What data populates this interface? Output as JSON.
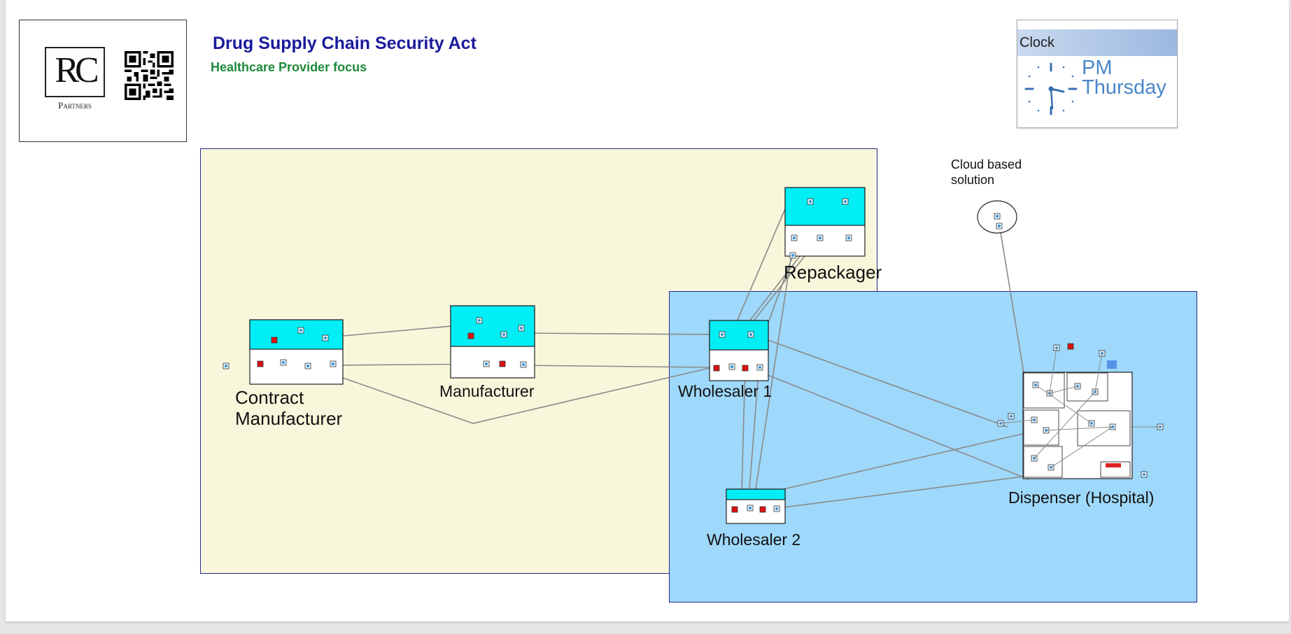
{
  "header": {
    "title": "Drug Supply Chain Security Act",
    "subtitle": "Healthcare Provider focus"
  },
  "logo": {
    "mark": "RC",
    "caption": "Partners"
  },
  "clock": {
    "title": "Clock",
    "ampm": "PM",
    "day": "Thursday",
    "hands_color": "#3a6fb0"
  },
  "colors": {
    "supplier_region": "#f8f7dc",
    "provider_region": "#9ed8fa",
    "node_header": "#00eef4",
    "connector": "#8a8a8a"
  },
  "nodes": {
    "contract_manufacturer": "Contract Manufacturer",
    "manufacturer": "Manufacturer",
    "repackager": "Repackager",
    "wholesaler_1": "Wholesaler 1",
    "wholesaler_2": "Wholesaler 2",
    "dispenser": "Dispenser (Hospital)",
    "cloud": "Cloud based solution"
  }
}
